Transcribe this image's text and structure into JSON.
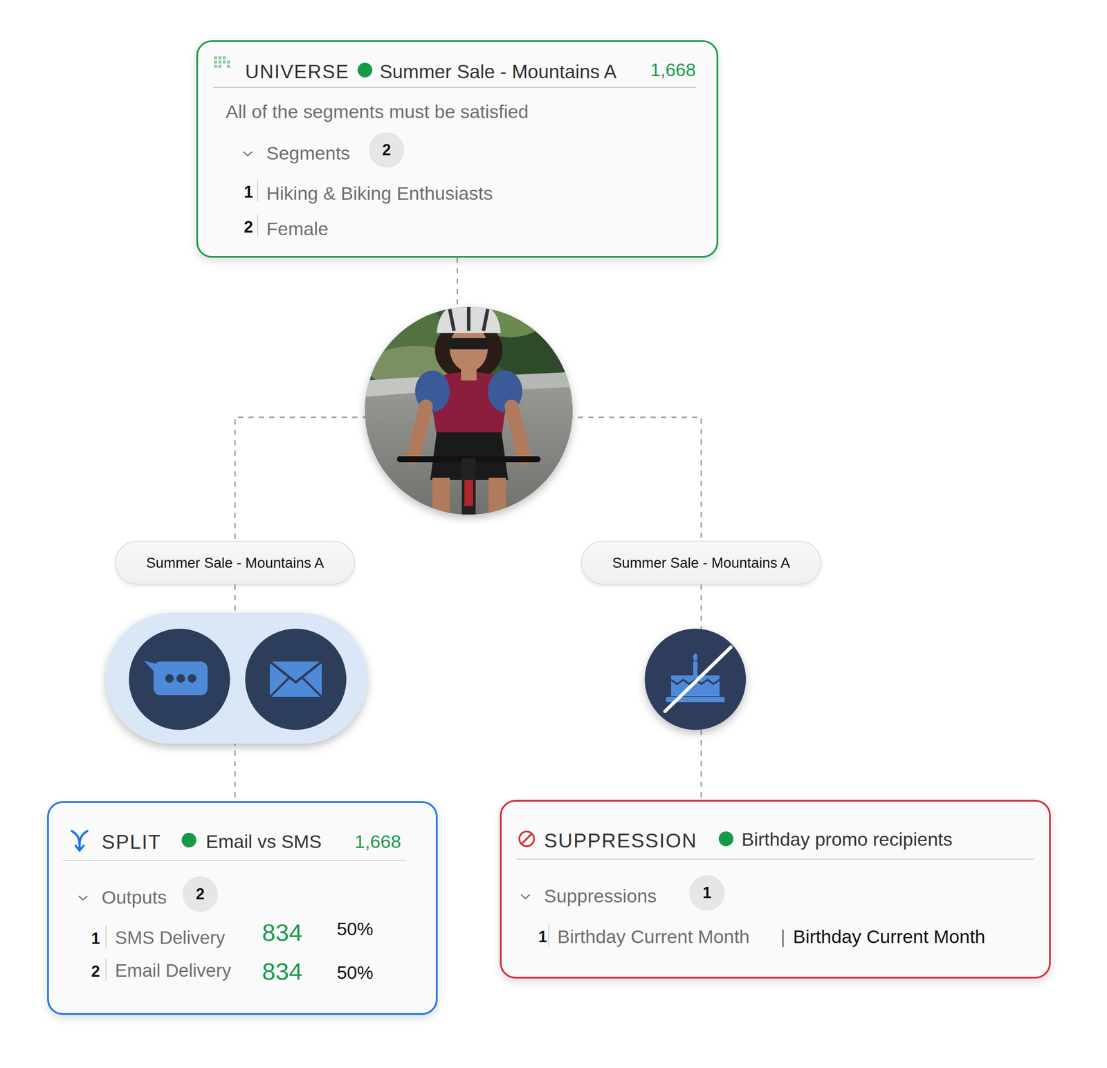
{
  "diagram": {
    "nodes": [
      {
        "text": [
          "UNIVERSE",
          "Summer Sale - Mountains A",
          "1,668",
          "All of the segments must be satisfied",
          "Segments",
          "1",
          "Hiking & Biking Enthusiasts",
          "2",
          "Female"
        ]
      },
      {
        "text": [
          "2"
        ],
        "in": 0
      },
      {
        "text": [
          "Summer Sale - Mountains A"
        ]
      },
      {
        "text": [
          "Summer Sale - Mountains A"
        ]
      },
      {
        "text": [
          "SPLIT",
          "Email vs SMS",
          "1,668",
          "Outputs",
          "1",
          "SMS Delivery",
          "834",
          "50%",
          "2",
          "Email Delivery",
          "834",
          "50%"
        ]
      },
      {
        "text": [
          "2"
        ],
        "in": 4
      },
      {
        "text": [
          "SUPPRESSION",
          "Birthday promo recipients",
          "Suppressions",
          "1",
          "Birthday Current Month",
          "|",
          "Birthday Current Month"
        ]
      },
      {
        "text": [
          "1"
        ],
        "in": 6
      }
    ],
    "edges": [
      {
        "from": 0,
        "to": 2,
        "arrow": "none"
      },
      {
        "from": 0,
        "to": 3,
        "arrow": "none"
      },
      {
        "from": 2,
        "to": 4,
        "arrow": "none"
      },
      {
        "from": 3,
        "to": 6,
        "arrow": "none"
      }
    ]
  }
}
